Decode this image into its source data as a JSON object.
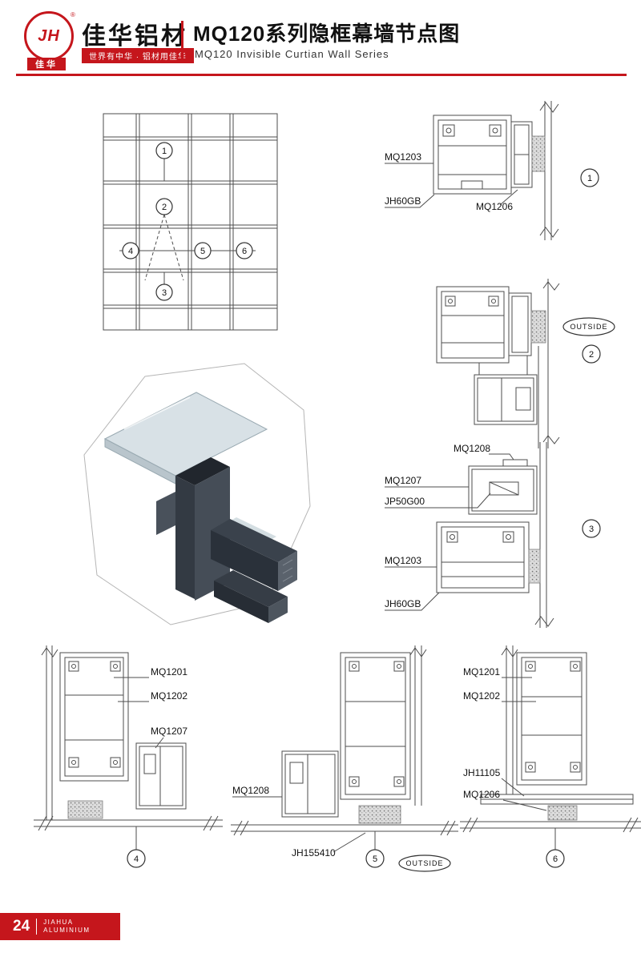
{
  "colors": {
    "accent_red": "#c5161c",
    "line": "#4d4d4d"
  },
  "header": {
    "logo_monogram": "JH",
    "logo_reg": "®",
    "logo_cn": "佳华",
    "brand": "佳华铝材",
    "tagline": "世界有中华 · 铝材用佳华",
    "title_cn": "MQ120系列隐框幕墙节点图",
    "title_en": "MQ120  Invisible  Curtian  Wall  Series"
  },
  "elevation": {
    "callout1": "1",
    "callout2": "2",
    "callout3": "3",
    "callout4": "4",
    "callout5": "5",
    "callout6": "6"
  },
  "detail1": {
    "label_mq1203": "MQ1203",
    "label_jh60gb": "JH60GB",
    "label_mq1206": "MQ1206",
    "callout": "1"
  },
  "detail2": {
    "outside": "OUTSIDE",
    "callout": "2"
  },
  "detail3": {
    "label_mq1208": "MQ1208",
    "label_mq1207": "MQ1207",
    "label_jp50g00": "JP50G00",
    "label_mq1203": "MQ1203",
    "label_jh60gb": "JH60GB",
    "callout": "3"
  },
  "detail4": {
    "label_mq1201": "MQ1201",
    "label_mq1202": "MQ1202",
    "label_mq1207": "MQ1207",
    "callout": "4"
  },
  "detail5": {
    "label_mq1208": "MQ1208",
    "label_jh155410": "JH155410",
    "outside": "OUTSIDE",
    "callout": "5"
  },
  "detail6": {
    "label_mq1201": "MQ1201",
    "label_mq1202": "MQ1202",
    "label_jh11105": "JH11105",
    "label_mq1206": "MQ1206",
    "callout": "6"
  },
  "footer": {
    "page_number": "24",
    "company_top": "JIAHUA",
    "company_bottom": "ALUMINIUM"
  }
}
